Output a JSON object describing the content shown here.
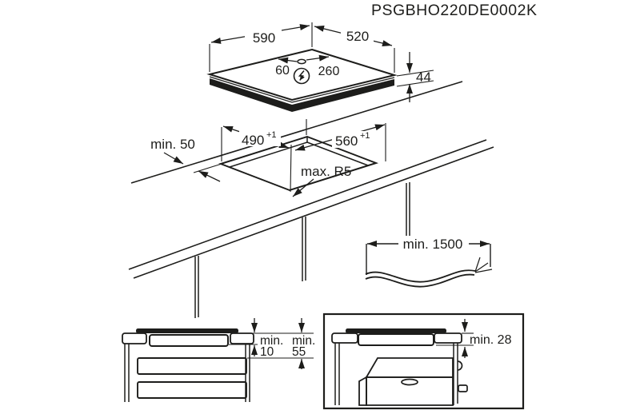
{
  "part_number": "PSGBHO220DE0002K",
  "hob": {
    "width": "590",
    "depth": "520",
    "cable_left": "60",
    "cable_right": "260",
    "height": "44"
  },
  "cutout": {
    "clearance": "min. 50",
    "width": "490",
    "width_tol": "+1",
    "depth": "560",
    "depth_tol": "+1",
    "radius": "max. R5"
  },
  "cable": {
    "length": "min. 1500"
  },
  "drawers": {
    "gap_label": "min.",
    "gap": "10",
    "clear_label": "min.",
    "clear": "55"
  },
  "oven": {
    "clearance": "min. 28"
  }
}
